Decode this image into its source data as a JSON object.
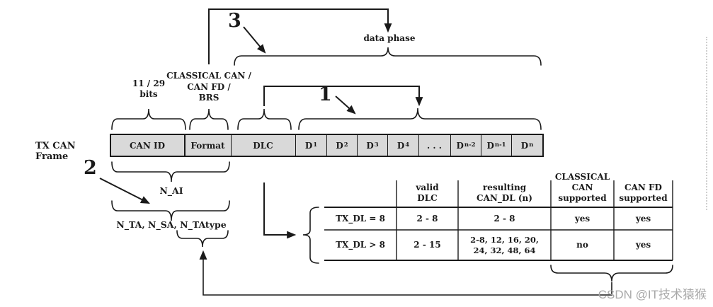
{
  "frame": {
    "row_label": "TX CAN Frame",
    "cells": [
      {
        "base": "CAN ID",
        "sub": ""
      },
      {
        "base": "Format",
        "sub": ""
      },
      {
        "base": "DLC",
        "sub": ""
      },
      {
        "base": "D",
        "sub": "1"
      },
      {
        "base": "D",
        "sub": "2"
      },
      {
        "base": "D",
        "sub": "3"
      },
      {
        "base": "D",
        "sub": "4"
      },
      {
        "base": ". . .",
        "sub": ""
      },
      {
        "base": "D",
        "sub": "n-2"
      },
      {
        "base": "D",
        "sub": "n-1"
      },
      {
        "base": "D",
        "sub": "n"
      }
    ]
  },
  "annotations": {
    "callout_1": "1",
    "callout_2": "2",
    "callout_3": "3",
    "bits_label": "11 / 29\nbits",
    "format_label": "CLASSICAL CAN /\nCAN FD /\nBRS",
    "data_phase_label": "data phase",
    "n_ai_label": "N_AI",
    "n_ta_label": "N_TA, N_SA, N_TAtype"
  },
  "table": {
    "headers": {
      "col0": "",
      "valid_dlc": "valid\nDLC",
      "resulting_can_dl": "resulting\nCAN_DL (n)",
      "classical_can": "CLASSICAL\nCAN\nsupported",
      "can_fd": "CAN FD\nsupported"
    },
    "rows": [
      {
        "label": "TX_DL = 8",
        "valid_dlc": "2 - 8",
        "can_dl": "2 - 8",
        "classical": "yes",
        "canfd": "yes"
      },
      {
        "label": "TX_DL > 8",
        "valid_dlc": "2 - 15",
        "can_dl": "2-8, 12, 16, 20,\n24, 32, 48, 64",
        "classical": "no",
        "canfd": "yes"
      }
    ]
  },
  "watermark": "CSDN @IT技术猿猴",
  "colors": {
    "cell_fill": "#d9d9d9",
    "line": "#1a1a1a",
    "watermark": "#a9a9a9"
  }
}
